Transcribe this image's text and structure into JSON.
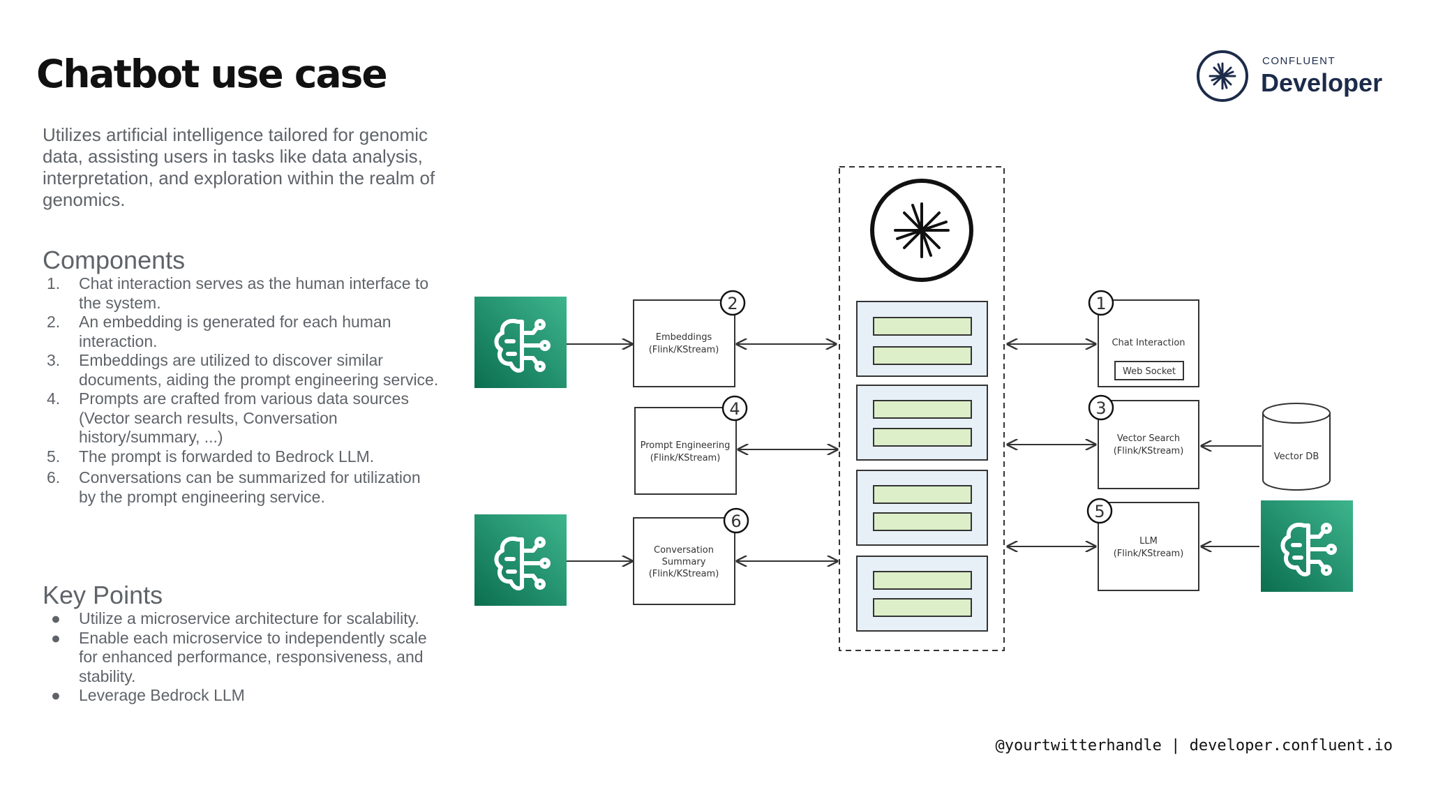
{
  "title": "Chatbot use case",
  "intro": "Utilizes artificial intelligence tailored for genomic data, assisting users in tasks like data analysis, interpretation, and exploration within the realm of genomics.",
  "components": {
    "heading": "Components",
    "items": [
      {
        "num": "1.",
        "text": "Chat interaction serves as the human interface to the system."
      },
      {
        "num": "2.",
        "text": "An embedding is generated for each human interaction."
      },
      {
        "num": "3.",
        "text": "Embeddings are utilized to discover similar documents, aiding the prompt engineering service."
      },
      {
        "num": "4.",
        "text": "Prompts are crafted from various data sources (Vector search results, Conversation history/summary, ...)"
      },
      {
        "num": "5.",
        "text": "The prompt is forwarded to Bedrock LLM."
      },
      {
        "num": "6.",
        "text": "Conversations can be summarized for utilization by the prompt engineering service."
      }
    ]
  },
  "key_points": {
    "heading": "Key Points",
    "items": [
      "Utilize a microservice architecture for scalability.",
      "Enable each microservice to independently scale for enhanced performance, responsiveness, and stability.",
      "Leverage Bedrock LLM"
    ]
  },
  "logo": {
    "small": "CONFLUENT",
    "big": "Developer",
    "icon": "confluent-logo-icon"
  },
  "footer": "@yourtwitterhandle | developer.confluent.io",
  "diagram": {
    "boxes": {
      "embeddings": {
        "line1": "Embeddings",
        "line2": "(Flink/KStream)",
        "badge": "2"
      },
      "prompt": {
        "line1": "Prompt Engineering",
        "line2": "(Flink/KStream)",
        "badge": "4"
      },
      "summary": {
        "line1": "Conversation",
        "line2": "Summary",
        "line3": "(Flink/KStream)",
        "badge": "6"
      },
      "chat": {
        "line1": "Chat Interaction",
        "inner": "Web Socket",
        "badge": "1"
      },
      "vector": {
        "line1": "Vector Search",
        "line2": "(Flink/KStream)",
        "badge": "3"
      },
      "llm": {
        "line1": "LLM",
        "line2": "(Flink/KStream)",
        "badge": "5"
      },
      "vectordb": {
        "label": "Vector DB"
      }
    },
    "ai_icon": "bedrock-brain-icon",
    "colors": {
      "ai_green_dark": "#0b6e4f",
      "ai_green_light": "#3db58d",
      "topic_fill": "#e8f0f7",
      "bar_fill": "#dcefc8",
      "logo_navy": "#1c2b4a"
    }
  }
}
